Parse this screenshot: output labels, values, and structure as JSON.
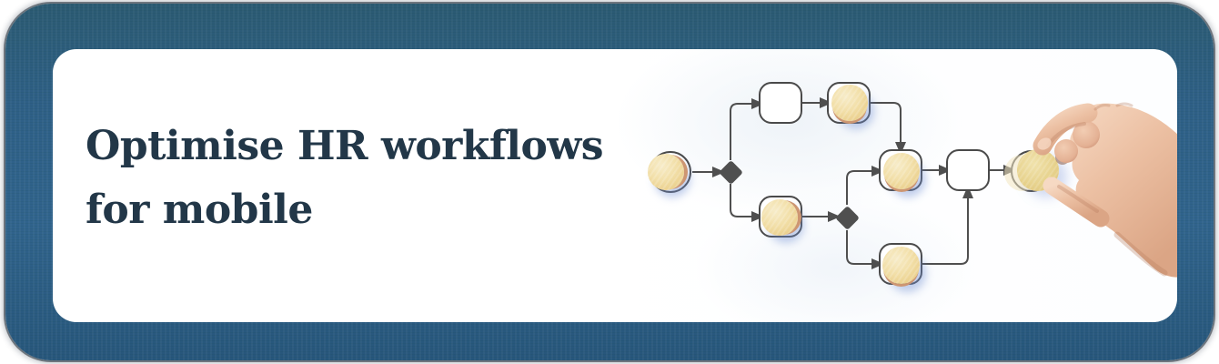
{
  "banner": {
    "title_line1": "Optimise HR workflows",
    "title_line2": "for mobile"
  },
  "colors": {
    "frame_blue": "#2e5f86",
    "frame_edge": "#14293c",
    "card_bg": "#ffffff",
    "title_text": "#223748",
    "connector": "#4f4f4f",
    "node_border": "#4a4a4a",
    "gateway_fill": "#4f4f4f",
    "coin_face_light": "#f2dfa8",
    "coin_face_deep": "#e2c47c",
    "coin_rim": "#cd9672",
    "coin_shadow_blue": "#7d9fdb",
    "hand_skin_light": "#f6d9c3",
    "hand_skin": "#ecc0a3",
    "hand_skin_shadow": "#d49d7e"
  },
  "diagram": {
    "description": "BPMN-style workflow with coins placed on nodes; a hand places the final coin on the end event",
    "nodes": [
      {
        "id": "start-event",
        "type": "circle",
        "has_coin": true
      },
      {
        "id": "gateway-1",
        "type": "diamond",
        "has_coin": false
      },
      {
        "id": "task-top-1",
        "type": "rounded-square",
        "has_coin": false
      },
      {
        "id": "task-top-2",
        "type": "rounded-square",
        "has_coin": true
      },
      {
        "id": "task-lower-left",
        "type": "rounded-square",
        "has_coin": true
      },
      {
        "id": "gateway-2",
        "type": "diamond",
        "has_coin": false
      },
      {
        "id": "task-mid",
        "type": "rounded-square",
        "has_coin": true
      },
      {
        "id": "task-bottom",
        "type": "rounded-square",
        "has_coin": true
      },
      {
        "id": "task-right-empty",
        "type": "rounded-square",
        "has_coin": false
      },
      {
        "id": "end-event",
        "type": "circle",
        "has_coin": true
      }
    ],
    "flows": [
      "start-event -> gateway-1",
      "gateway-1 -> task-top-1",
      "task-top-1 -> task-top-2",
      "task-top-2 -> task-mid",
      "gateway-1 -> task-lower-left",
      "task-lower-left -> gateway-2",
      "gateway-2 -> task-mid",
      "gateway-2 -> task-bottom",
      "task-mid -> task-right-empty",
      "task-bottom -> task-right-empty",
      "task-right-empty -> end-event"
    ]
  }
}
